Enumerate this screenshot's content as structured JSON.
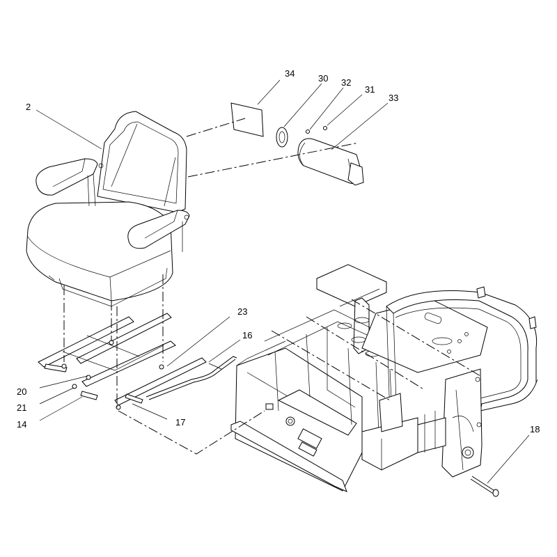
{
  "callouts": [
    {
      "id": "2",
      "text": "2"
    },
    {
      "id": "34",
      "text": "34"
    },
    {
      "id": "30",
      "text": "30"
    },
    {
      "id": "32",
      "text": "32"
    },
    {
      "id": "31",
      "text": "31"
    },
    {
      "id": "33",
      "text": "33"
    },
    {
      "id": "23",
      "text": "23"
    },
    {
      "id": "16",
      "text": "16"
    },
    {
      "id": "20",
      "text": "20"
    },
    {
      "id": "21",
      "text": "21"
    },
    {
      "id": "14",
      "text": "14"
    },
    {
      "id": "17",
      "text": "17"
    },
    {
      "id": "18",
      "text": "18"
    }
  ],
  "colors": {
    "line": "#000000",
    "background": "#ffffff"
  }
}
